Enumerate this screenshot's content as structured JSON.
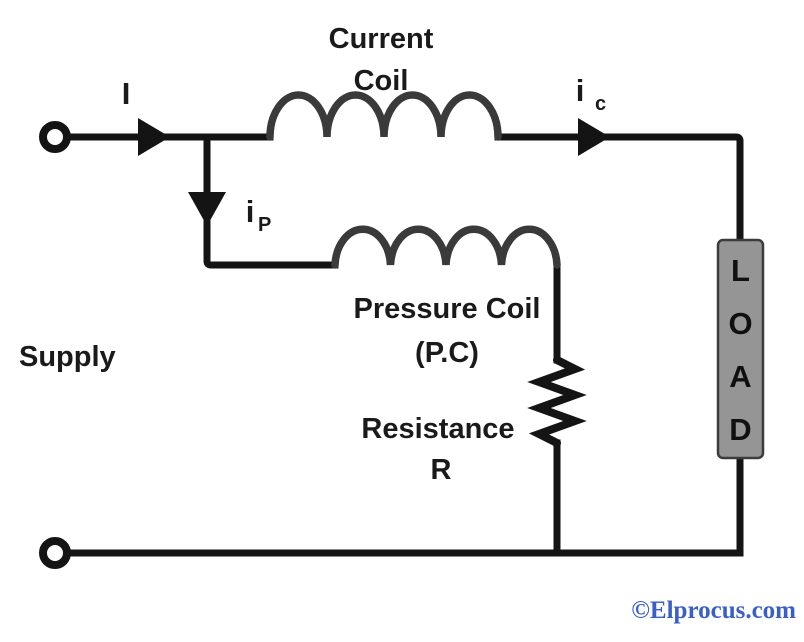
{
  "colors": {
    "wire": "#141414",
    "coil": "#3a3a3a",
    "load_fill": "#959595",
    "load_border": "#3c3c3c",
    "text": "#1a1a1a",
    "watermark": "#3a5fc8"
  },
  "diagram": {
    "current_coil": {
      "label_line1": "Current",
      "label_line2": "Coil"
    },
    "currents": {
      "supply_current": "I",
      "coil_current_main": "i",
      "coil_current_sub": "c",
      "pressure_current_main": "i",
      "pressure_current_sub": "P"
    },
    "supply_label": "Supply",
    "pressure_coil": {
      "label_line1": "Pressure Coil",
      "label_line2": "(P.C)"
    },
    "resistance": {
      "label_line1": "Resistance",
      "label_line2": "R"
    },
    "load": {
      "letters": [
        "L",
        "O",
        "A",
        "D"
      ]
    },
    "watermark": "©Elprocus.com"
  }
}
